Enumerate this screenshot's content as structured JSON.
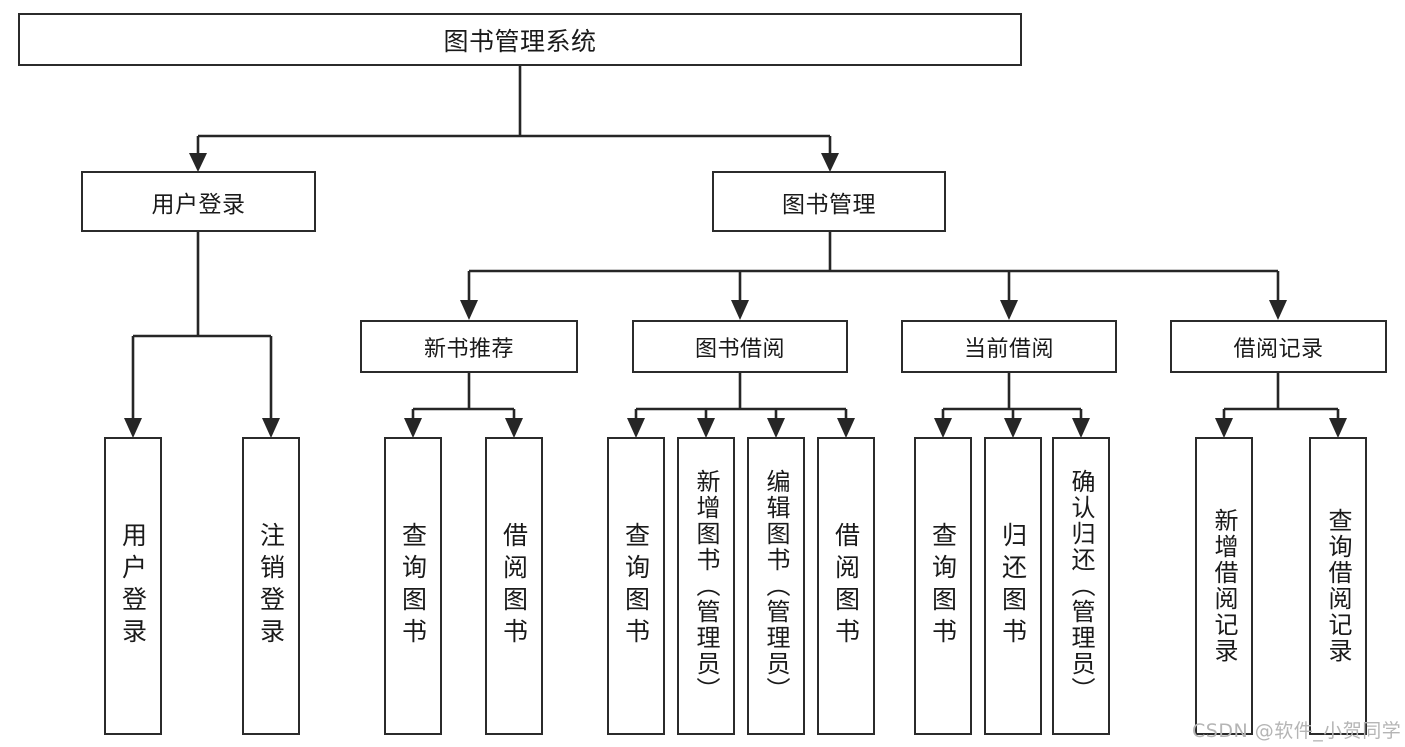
{
  "diagram": {
    "type": "tree-hierarchy",
    "title": "图书管理系统",
    "orientation": "top-down",
    "colors": {
      "box_border": "#2b2b2b",
      "box_fill": "#ffffff",
      "connector": "#262626",
      "text": "#1a1a1a",
      "watermark": "#b5b5b5",
      "canvas": "#ffffff"
    },
    "root": {
      "label": "图书管理系统"
    },
    "level_two": [
      {
        "label": "用户登录"
      },
      {
        "label": "图书管理"
      }
    ],
    "level_three": [
      {
        "label": "新书推荐"
      },
      {
        "label": "图书借阅"
      },
      {
        "label": "当前借阅"
      },
      {
        "label": "借阅记录"
      }
    ],
    "leaves": {
      "user_login": [
        {
          "label": "用户登录"
        },
        {
          "label": "注销登录"
        }
      ],
      "new_book_recommend": [
        {
          "label": "查询图书"
        },
        {
          "label": "借阅图书"
        }
      ],
      "book_borrow": [
        {
          "label": "查询图书"
        },
        {
          "label": "新增图书（管理员）"
        },
        {
          "label": "编辑图书（管理员）"
        },
        {
          "label": "借阅图书"
        }
      ],
      "current_borrow": [
        {
          "label": "查询图书"
        },
        {
          "label": "归还图书"
        },
        {
          "label": "确认归还（管理员）"
        }
      ],
      "borrow_record": [
        {
          "label": "新增借阅记录"
        },
        {
          "label": "查询借阅记录"
        }
      ]
    }
  },
  "watermark": {
    "text": "CSDN @软件_小贺同学"
  }
}
